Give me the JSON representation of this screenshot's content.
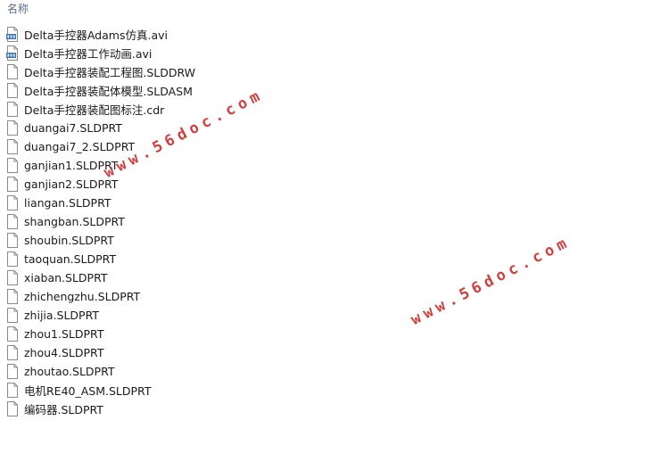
{
  "header": {
    "column_name": "名称"
  },
  "files": [
    {
      "name": "Delta手控器Adams仿真.avi",
      "type": "video"
    },
    {
      "name": "Delta手控器工作动画.avi",
      "type": "video"
    },
    {
      "name": "Delta手控器装配工程图.SLDDRW",
      "type": "doc"
    },
    {
      "name": "Delta手控器装配体模型.SLDASM",
      "type": "doc"
    },
    {
      "name": "Delta手控器装配图标注.cdr",
      "type": "doc"
    },
    {
      "name": "duangai7.SLDPRT",
      "type": "doc"
    },
    {
      "name": "duangai7_2.SLDPRT",
      "type": "doc"
    },
    {
      "name": "ganjian1.SLDPRT",
      "type": "doc"
    },
    {
      "name": "ganjian2.SLDPRT",
      "type": "doc"
    },
    {
      "name": "liangan.SLDPRT",
      "type": "doc"
    },
    {
      "name": "shangban.SLDPRT",
      "type": "doc"
    },
    {
      "name": "shoubin.SLDPRT",
      "type": "doc"
    },
    {
      "name": "taoquan.SLDPRT",
      "type": "doc"
    },
    {
      "name": "xiaban.SLDPRT",
      "type": "doc"
    },
    {
      "name": "zhichengzhu.SLDPRT",
      "type": "doc"
    },
    {
      "name": "zhijia.SLDPRT",
      "type": "doc"
    },
    {
      "name": "zhou1.SLDPRT",
      "type": "doc"
    },
    {
      "name": "zhou4.SLDPRT",
      "type": "doc"
    },
    {
      "name": "zhoutao.SLDPRT",
      "type": "doc"
    },
    {
      "name": "电机RE40_ASM.SLDPRT",
      "type": "doc"
    },
    {
      "name": "编码器.SLDPRT",
      "type": "doc"
    }
  ],
  "watermark": {
    "text": "www.56doc.com",
    "color": "#d12a2a"
  },
  "icon_names": {
    "video": "video-file-icon",
    "doc": "generic-file-icon"
  }
}
